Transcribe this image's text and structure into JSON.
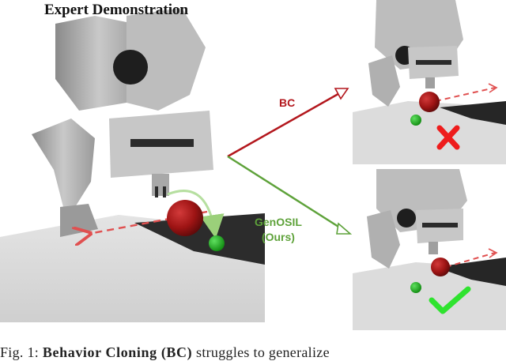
{
  "figure": {
    "title": "Expert Demonstration",
    "bc_label": "BC",
    "genosil_label_line1": "GenOSIL",
    "genosil_label_line2": "(Ours)",
    "colors": {
      "bc": "#b3171d",
      "genosil": "#5ea23a",
      "robot_ball": "#a21616",
      "target": "#1fa21f",
      "fail_mark": "#ee1c1c",
      "success_mark": "#2fe32f",
      "dashed_arrow": "#e05050"
    },
    "icons": {
      "fail": "cross-icon",
      "success": "check-icon"
    }
  },
  "caption": {
    "prefix": "Fig.  1: ",
    "bold": "Behavior  Cloning  (BC)",
    "rest": "  struggles  to  generalize"
  }
}
